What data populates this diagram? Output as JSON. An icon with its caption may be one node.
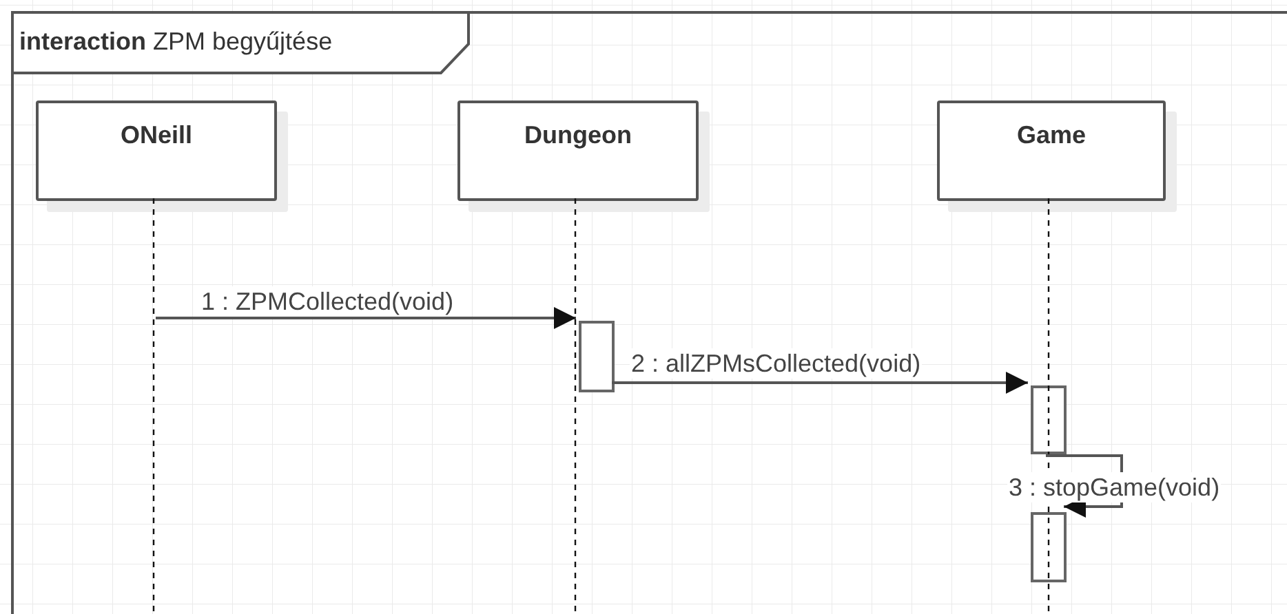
{
  "diagram": {
    "nodes": [
      {
        "text": [
          "**interaction** ZPM begyűjtése"
        ]
      },
      {
        "text": [
          "ONeill"
        ],
        "in": 0
      },
      {
        "text": [
          "Dungeon"
        ],
        "in": 0
      },
      {
        "text": [
          "Game"
        ],
        "in": 0
      },
      {
        "text": [],
        "shape": "bar",
        "in": 0
      },
      {
        "text": [],
        "shape": "bar",
        "in": 0
      },
      {
        "text": [],
        "shape": "bar",
        "in": 0
      }
    ],
    "edges": [
      {
        "from": 1,
        "to": null,
        "arrow": "none",
        "style": "dashed"
      },
      {
        "from": 2,
        "to": null,
        "arrow": "none",
        "style": "dashed"
      },
      {
        "from": 3,
        "to": null,
        "arrow": "none",
        "style": "dashed"
      },
      {
        "from": null,
        "to": 4,
        "arrow": "to",
        "label": "1 : ZPMCollected(void)"
      },
      {
        "from": 4,
        "to": 5,
        "arrow": "to",
        "label": "2 : allZPMsCollected(void)"
      },
      {
        "from": 5,
        "to": 6,
        "arrow": "to",
        "label": "3 : stopGame(void)"
      }
    ]
  }
}
